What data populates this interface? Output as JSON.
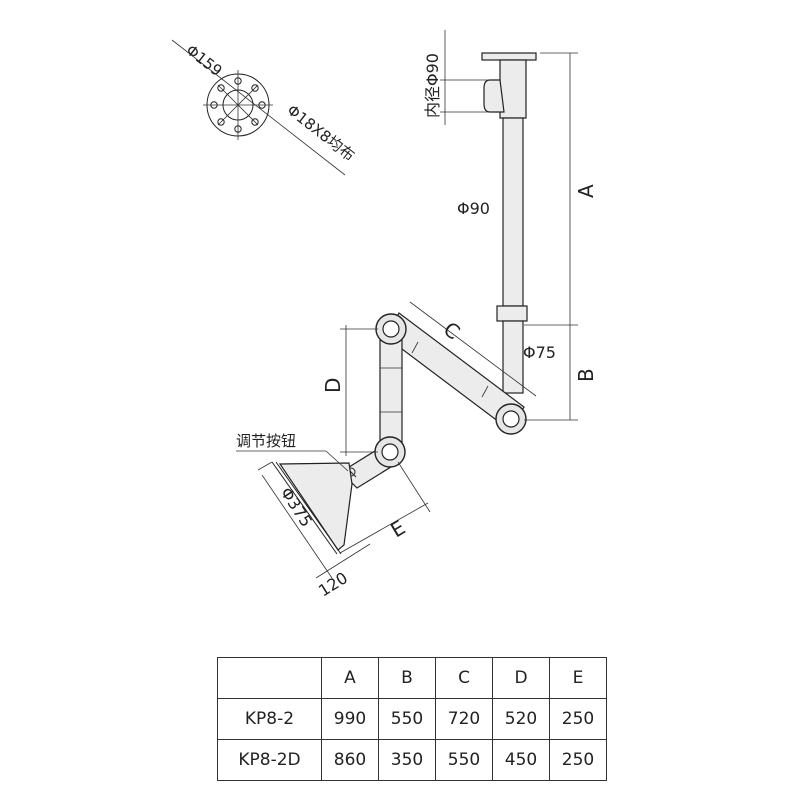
{
  "labels": {
    "flange_dia": "Φ159",
    "bolt_holes": "Φ18X8均布",
    "inner_dia": "内径Φ90",
    "pipe_dia": "Φ90",
    "joint_dia": "Φ75",
    "dim_a": "A",
    "dim_b": "B",
    "dim_c": "C",
    "dim_d": "D",
    "dim_e": "E",
    "knob": "调节按钮",
    "hood_dia": "Φ375",
    "hood_depth": "120"
  },
  "table": {
    "headers": [
      "",
      "A",
      "B",
      "C",
      "D",
      "E"
    ],
    "rows": [
      {
        "model": "KP8-2",
        "values": [
          "990",
          "550",
          "720",
          "520",
          "250"
        ]
      },
      {
        "model": "KP8-2D",
        "values": [
          "860",
          "350",
          "550",
          "450",
          "250"
        ]
      }
    ]
  }
}
